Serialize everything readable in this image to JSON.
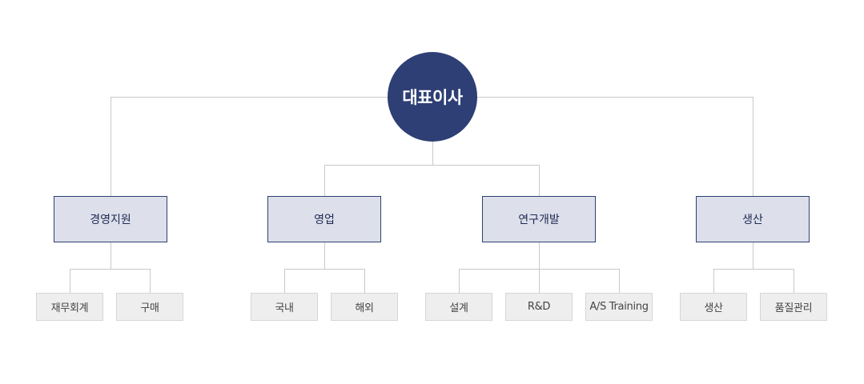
{
  "org": {
    "root": "대표이사",
    "departments": [
      {
        "name": "경영지원",
        "teams": [
          "재무회계",
          "구매"
        ]
      },
      {
        "name": "영업",
        "teams": [
          "국내",
          "해외"
        ]
      },
      {
        "name": "연구개발",
        "teams": [
          "설계",
          "R&D",
          "A/S Training"
        ]
      },
      {
        "name": "생산",
        "teams": [
          "생산",
          "품질관리"
        ]
      }
    ]
  },
  "colors": {
    "root_fill": "#2e3f75",
    "dept_fill": "#dde0ea",
    "dept_border": "#2e3f75",
    "team_fill": "#eeeeee",
    "line": "#c9c9c9"
  }
}
